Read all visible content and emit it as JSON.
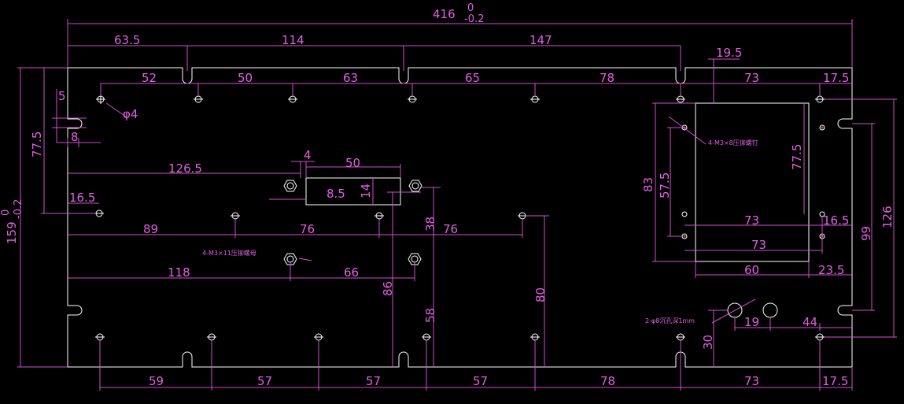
{
  "colors": {
    "background": "#000000",
    "outline": "#ffffff",
    "dimension": "#e060e0"
  },
  "dims": {
    "overall_width": "416",
    "overall_width_tol_upper": "0",
    "overall_width_tol_lower": "-0.2",
    "overall_height": "159",
    "overall_height_tol_upper": "0",
    "overall_height_tol_lower": "-0.2",
    "top_slot_1": "63.5",
    "top_slot_2": "114",
    "top_slot_3": "147",
    "d19_5": "19.5",
    "top_h1": "52",
    "top_h2": "50",
    "top_h3": "63",
    "top_h4": "65",
    "top_h5": "78",
    "top_h6": "73",
    "top_h7": "17.5",
    "left_5": "5",
    "left_8": "8",
    "left_77_5": "77.5",
    "hole_dia": "φ4",
    "d4": "4",
    "d50": "50",
    "d126_5": "126.5",
    "d8_5": "8.5",
    "d14": "14",
    "d16_5_left": "16.5",
    "d38": "38",
    "mid_89": "89",
    "mid_76a": "76",
    "mid_76b": "76",
    "d118": "118",
    "d66": "66",
    "d86": "86",
    "d58": "58",
    "d80": "80",
    "r83": "83",
    "r57_5": "57.5",
    "r77_5": "77.5",
    "r73a": "73",
    "r16_5": "16.5",
    "r73b": "73",
    "r60": "60",
    "r23_5": "23.5",
    "r99": "99",
    "r126": "126",
    "r19": "19",
    "r44": "44",
    "r30": "30",
    "bot_59": "59",
    "bot_57a": "57",
    "bot_57b": "57",
    "bot_57c": "57",
    "bot_78": "78",
    "bot_73": "73",
    "bot_17_5": "17.5"
  },
  "notes": {
    "m3_stud": "4-M3×8压铆螺钉",
    "m3_nut": "4-M3×11压铆螺母",
    "countersink": "2-φ8沉孔深1mm"
  }
}
